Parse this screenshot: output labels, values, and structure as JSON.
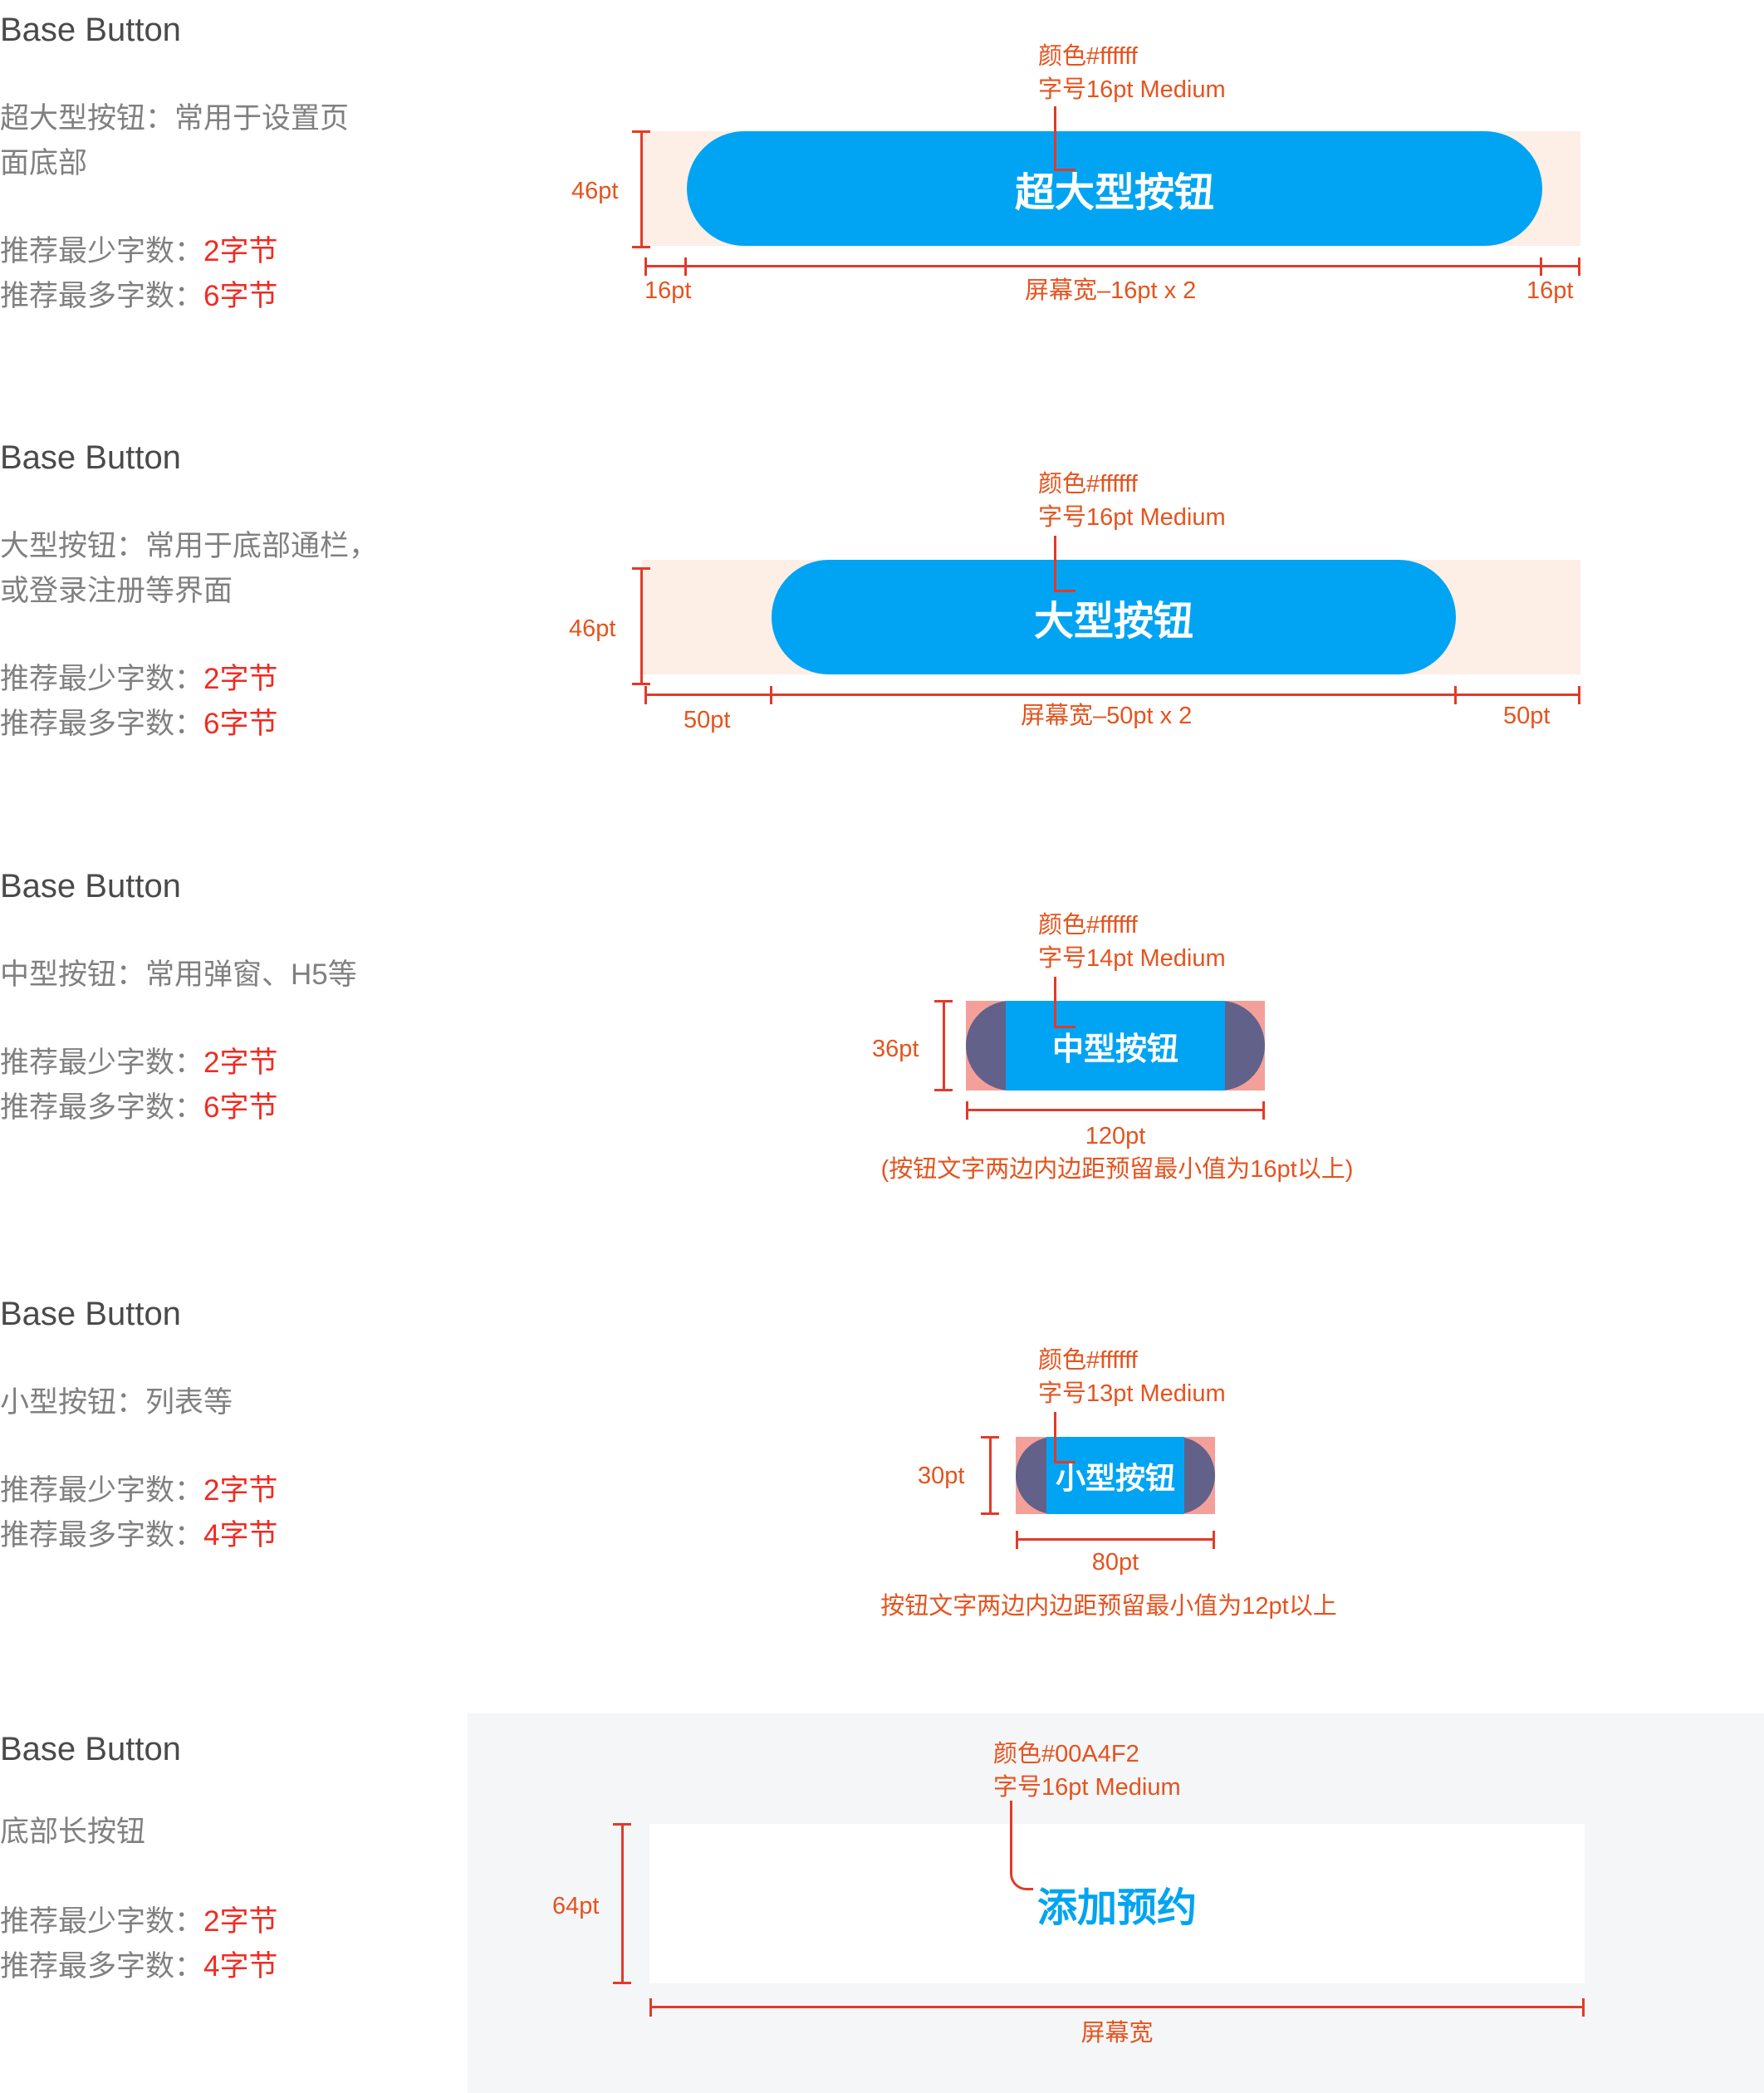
{
  "colors": {
    "primary": "#00A4F2",
    "annotation": "#e5531e",
    "measure_line": "#e23a2a",
    "recommend_value": "#f02b22",
    "padding_zone": "#fdeee6",
    "panel": "#f5f6f8"
  },
  "sections": [
    {
      "title": "Base Button",
      "desc_lines": [
        "超大型按钮：常用于设置页",
        "面底部"
      ],
      "rec_min_label": "推荐最少字数：",
      "rec_min_value": "2字节",
      "rec_max_label": "推荐最多字数：",
      "rec_max_value": "6字节",
      "ann_color": "颜色#ffffff",
      "ann_font": "字号16pt Medium",
      "button_label": "超大型按钮",
      "height_label": "46pt",
      "left_margin": "16pt",
      "width_label": "屏幕宽–16pt x 2",
      "right_margin": "16pt"
    },
    {
      "title": "Base Button",
      "desc_lines": [
        "大型按钮：常用于底部通栏，",
        "或登录注册等界面"
      ],
      "rec_min_label": "推荐最少字数：",
      "rec_min_value": "2字节",
      "rec_max_label": "推荐最多字数：",
      "rec_max_value": "6字节",
      "ann_color": "颜色#ffffff",
      "ann_font": "字号16pt Medium",
      "button_label": "大型按钮",
      "height_label": "46pt",
      "left_margin": "50pt",
      "width_label": "屏幕宽–50pt x 2",
      "right_margin": "50pt"
    },
    {
      "title": "Base Button",
      "desc_lines": [
        "中型按钮：常用弹窗、H5等"
      ],
      "rec_min_label": "推荐最少字数：",
      "rec_min_value": "2字节",
      "rec_max_label": "推荐最多字数：",
      "rec_max_value": "6字节",
      "ann_color": "颜色#ffffff",
      "ann_font": "字号14pt Medium",
      "button_label": "中型按钮",
      "height_label": "36pt",
      "width_label": "120pt",
      "note": "(按钮文字两边内边距预留最小值为16pt以上)"
    },
    {
      "title": "Base Button",
      "desc_lines": [
        "小型按钮：列表等"
      ],
      "rec_min_label": "推荐最少字数：",
      "rec_min_value": "2字节",
      "rec_max_label": "推荐最多字数：",
      "rec_max_value": "4字节",
      "ann_color": "颜色#ffffff",
      "ann_font": "字号13pt Medium",
      "button_label": "小型按钮",
      "height_label": "30pt",
      "width_label": "80pt",
      "note": "按钮文字两边内边距预留最小值为12pt以上"
    },
    {
      "title": "Base Button",
      "desc_lines": [
        "底部长按钮"
      ],
      "rec_min_label": "推荐最少字数：",
      "rec_min_value": "2字节",
      "rec_max_label": "推荐最多字数：",
      "rec_max_value": "4字节",
      "ann_color": "颜色#00A4F2",
      "ann_font": "字号16pt Medium",
      "button_label": "添加预约",
      "height_label": "64pt",
      "width_label": "屏幕宽"
    }
  ]
}
